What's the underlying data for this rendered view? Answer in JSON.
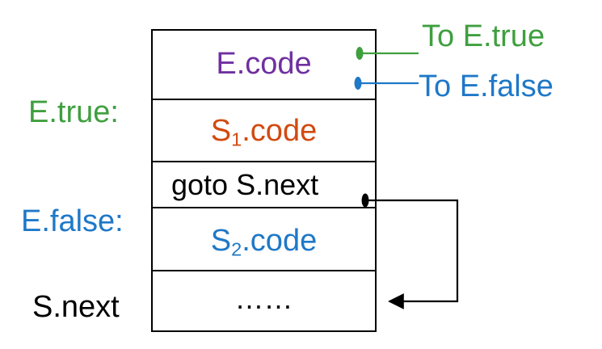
{
  "colors": {
    "purple": "#7030a0",
    "green": "#3f9f3f",
    "blue": "#1f78c8",
    "orange": "#d24a10",
    "black": "#000000"
  },
  "blocks": {
    "e_code": "E.code",
    "s1_code": {
      "prefix": "S",
      "sub": "1",
      "suffix": ".code"
    },
    "goto": "goto S.next",
    "s2_code": {
      "prefix": "S",
      "sub": "2",
      "suffix": ".code"
    },
    "ellipsis": "……"
  },
  "labels": {
    "e_true": "E.true:",
    "e_false": "E.false:",
    "s_next": "S.next"
  },
  "annotations": {
    "to_e_true": "To E.true",
    "to_e_false": "To E.false"
  }
}
